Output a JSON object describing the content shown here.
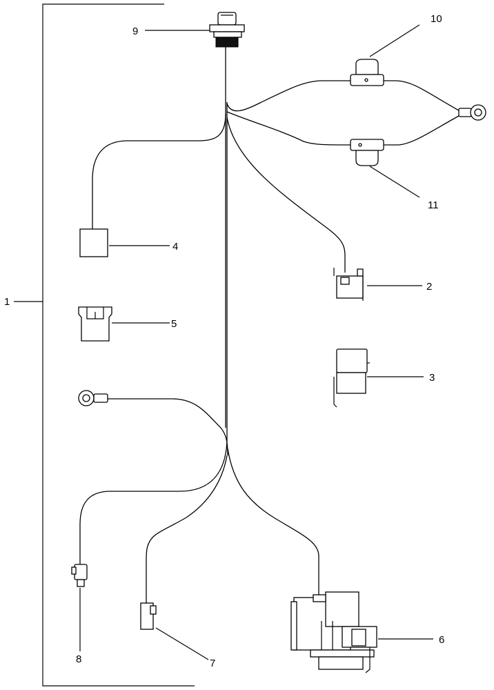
{
  "diagram": {
    "type": "wiring-harness-exploded-view",
    "callouts": {
      "c1": "1",
      "c2": "2",
      "c3": "3",
      "c4": "4",
      "c5": "5",
      "c6": "6",
      "c7": "7",
      "c8": "8",
      "c9": "9",
      "c10": "10",
      "c11": "11"
    }
  }
}
